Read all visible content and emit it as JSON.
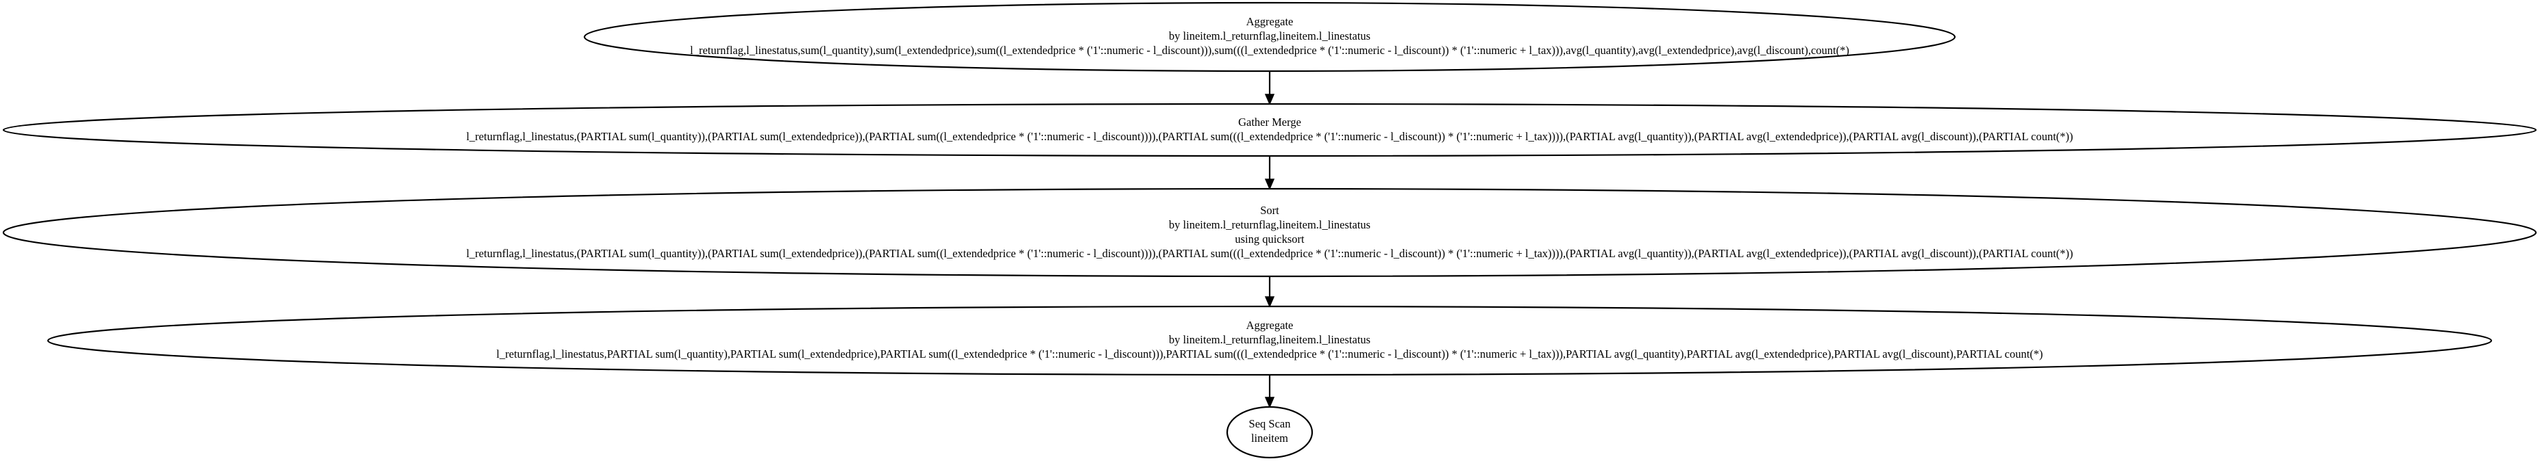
{
  "nodes": [
    {
      "id": "aggregate-final",
      "lines": [
        "Aggregate",
        "by lineitem.l_returnflag,lineitem.l_linestatus",
        "l_returnflag,l_linestatus,sum(l_quantity),sum(l_extendedprice),sum((l_extendedprice * ('1'::numeric - l_discount))),sum(((l_extendedprice * ('1'::numeric - l_discount)) * ('1'::numeric + l_tax))),avg(l_quantity),avg(l_extendedprice),avg(l_discount),count(*)"
      ]
    },
    {
      "id": "gather-merge",
      "lines": [
        "Gather Merge",
        "l_returnflag,l_linestatus,(PARTIAL sum(l_quantity)),(PARTIAL sum(l_extendedprice)),(PARTIAL sum((l_extendedprice * ('1'::numeric - l_discount)))),(PARTIAL sum(((l_extendedprice * ('1'::numeric - l_discount)) * ('1'::numeric + l_tax)))),(PARTIAL avg(l_quantity)),(PARTIAL avg(l_extendedprice)),(PARTIAL avg(l_discount)),(PARTIAL count(*))"
      ]
    },
    {
      "id": "sort",
      "lines": [
        "Sort",
        "by lineitem.l_returnflag,lineitem.l_linestatus",
        "using quicksort",
        "l_returnflag,l_linestatus,(PARTIAL sum(l_quantity)),(PARTIAL sum(l_extendedprice)),(PARTIAL sum((l_extendedprice * ('1'::numeric - l_discount)))),(PARTIAL sum(((l_extendedprice * ('1'::numeric - l_discount)) * ('1'::numeric + l_tax)))),(PARTIAL avg(l_quantity)),(PARTIAL avg(l_extendedprice)),(PARTIAL avg(l_discount)),(PARTIAL count(*))"
      ]
    },
    {
      "id": "aggregate-partial",
      "lines": [
        "Aggregate",
        "by lineitem.l_returnflag,lineitem.l_linestatus",
        "l_returnflag,l_linestatus,PARTIAL sum(l_quantity),PARTIAL sum(l_extendedprice),PARTIAL sum((l_extendedprice * ('1'::numeric - l_discount))),PARTIAL sum(((l_extendedprice * ('1'::numeric - l_discount)) * ('1'::numeric + l_tax))),PARTIAL avg(l_quantity),PARTIAL avg(l_extendedprice),PARTIAL avg(l_discount),PARTIAL count(*)"
      ]
    },
    {
      "id": "seq-scan",
      "lines": [
        "Seq Scan",
        "lineitem"
      ]
    }
  ],
  "edges": [
    {
      "from": "aggregate-final",
      "to": "gather-merge"
    },
    {
      "from": "gather-merge",
      "to": "sort"
    },
    {
      "from": "sort",
      "to": "aggregate-partial"
    },
    {
      "from": "aggregate-partial",
      "to": "seq-scan"
    }
  ]
}
